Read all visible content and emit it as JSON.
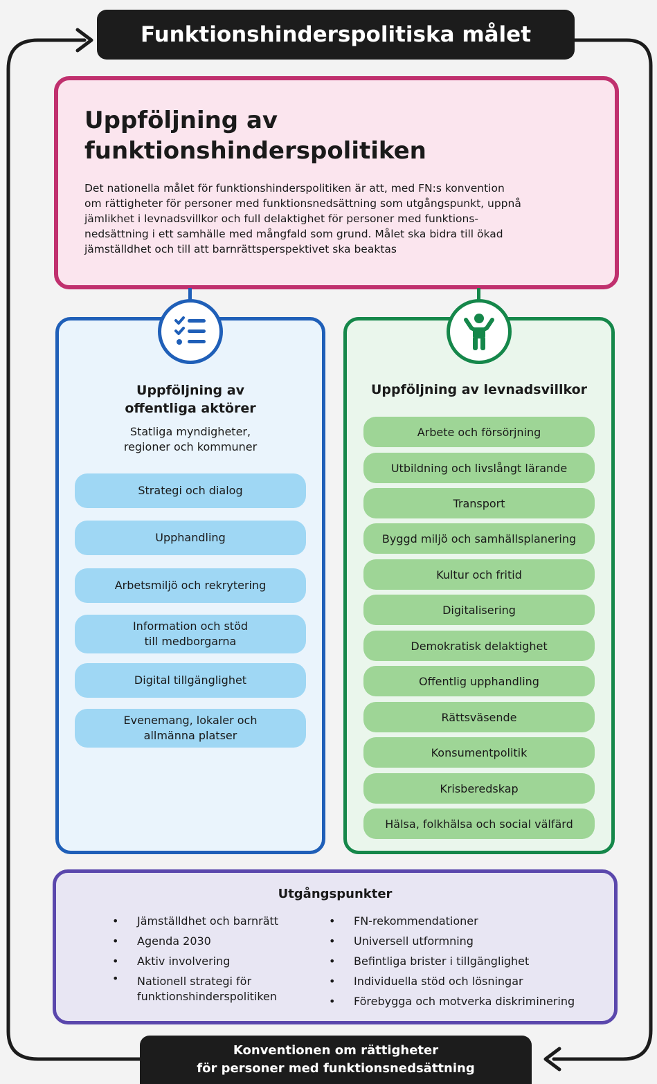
{
  "top_banner": "Funktionshinderspolitiska målet",
  "goal": {
    "title_line1": "Uppföljning av",
    "title_line2": "funktionshinderspolitiken",
    "text": [
      "Det nationella målet för funktionshinderspolitiken är att, med FN:s konvention",
      "om rättigheter för personer med funktionsnedsättning som utgångspunkt, uppnå",
      "jämlikhet i levnadsvillkor och full delaktighet för personer med funktions-",
      "nedsättning i ett samhälle med mångfald som grund. Målet ska bidra till ökad",
      "jämställdhet och till att barnrättsperspektivet ska beaktas"
    ]
  },
  "public_actors": {
    "icon": "checklist-icon",
    "title_line1": "Uppföljning av",
    "title_line2": "offentliga aktörer",
    "subtitle_line1": "Statliga myndigheter,",
    "subtitle_line2": "regioner och kommuner",
    "items": [
      [
        "Strategi och dialog"
      ],
      [
        "Upphandling"
      ],
      [
        "Arbetsmiljö och rekrytering"
      ],
      [
        "Information och stöd",
        "till medborgarna"
      ],
      [
        "Digital tillgänglighet"
      ],
      [
        "Evenemang, lokaler och",
        "allmänna platser"
      ]
    ]
  },
  "living_conditions": {
    "icon": "person-icon",
    "title": "Uppföljning av levnadsvillkor",
    "items": [
      "Arbete och försörjning",
      "Utbildning och livslångt lärande",
      "Transport",
      "Byggd miljö och samhällsplanering",
      "Kultur och fritid",
      "Digitalisering",
      "Demokratisk delaktighet",
      "Offentlig upphandling",
      "Rättsväsende",
      "Konsumentpolitik",
      "Krisberedskap",
      "Hälsa, folkhälsa och social välfärd"
    ]
  },
  "starting_points": {
    "title": "Utgångspunkter",
    "left": [
      [
        "Jämställdhet och barnrätt"
      ],
      [
        "Agenda 2030"
      ],
      [
        "Aktiv involvering"
      ],
      [
        "Nationell strategi för",
        "funktionshinderspolitiken"
      ]
    ],
    "right": [
      "FN-rekommendationer",
      "Universell utformning",
      "Befintliga brister i tillgänglighet",
      "Individuella stöd och lösningar",
      "Förebygga och motverka diskriminering"
    ]
  },
  "bottom_banner": {
    "line1": "Konventionen om rättigheter",
    "line2": "för personer med funktionsnedsättning"
  },
  "colors": {
    "goal_border": "#c0306e",
    "goal_fill": "#fbe5ee",
    "public_border": "#1f5fb8",
    "public_pill": "#9fd7f4",
    "living_border": "#15874a",
    "living_pill": "#9ed596",
    "starting_border": "#5a47ac",
    "banner": "#1c1c1c"
  }
}
